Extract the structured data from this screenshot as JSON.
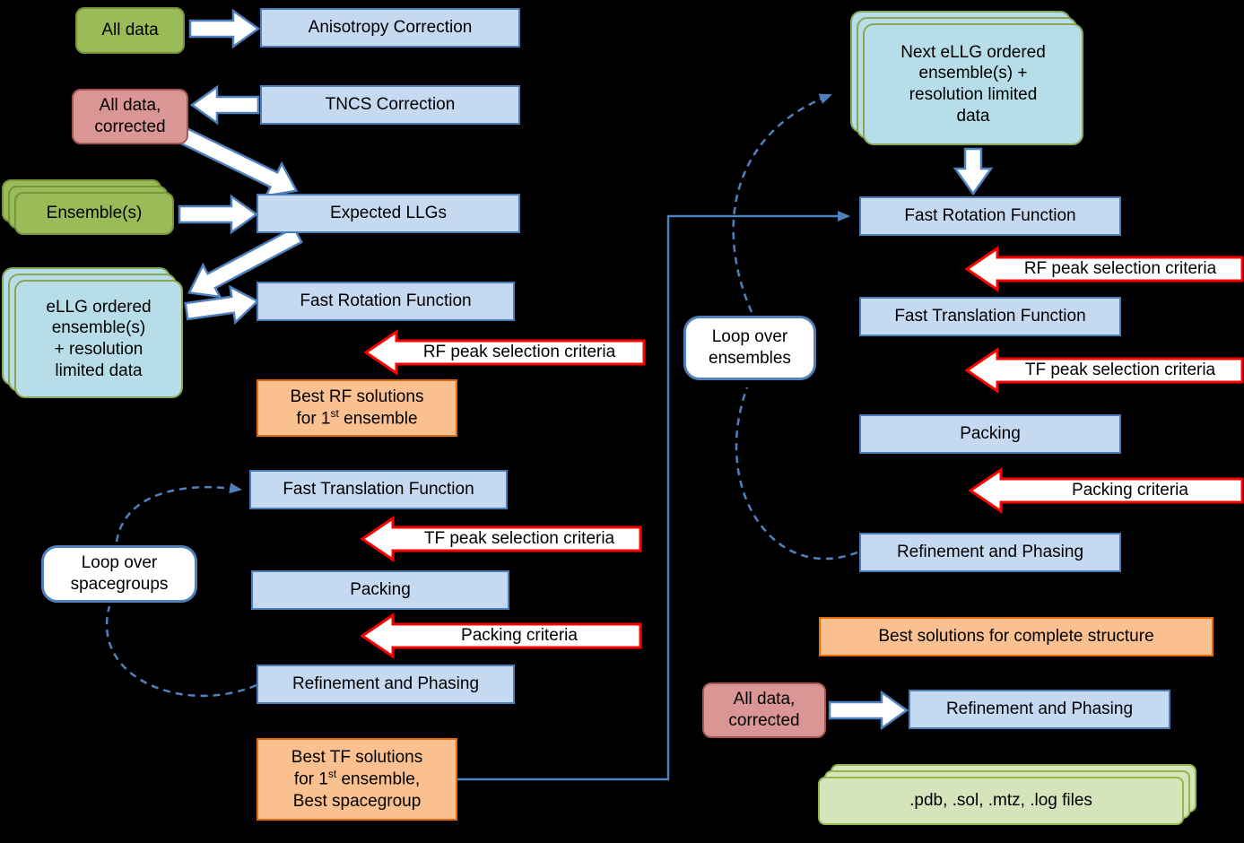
{
  "colors": {
    "canvas": "#000000",
    "blue-fill": "#c5d9f1",
    "blue-border": "#4a7ebb",
    "green-fill": "#9bbb59",
    "green-border": "#77933c",
    "pink-fill": "#d99694",
    "pink-border": "#a85654",
    "teal-fill": "#b7dee8",
    "teal-border": "#89a653",
    "orange-fill": "#fac090",
    "orange-border": "#e36c0a",
    "lgreen-fill": "#d6e4bc",
    "lgreen-border": "#94b64e",
    "red": "#ff0000",
    "connector": "#4f81bd"
  },
  "diagram": {
    "left": {
      "all_data": "All data",
      "anisotropy_correction": "Anisotropy Correction",
      "tncs_correction": "TNCS Correction",
      "all_data_corrected": "All data,\ncorrected",
      "ensembles": "Ensemble(s)",
      "expected_llgs": "Expected LLGs",
      "ellg_ordered": "eLLG ordered\nensemble(s)\n+ resolution\nlimited data",
      "fast_rotation": "Fast Rotation Function",
      "rf_criteria": "RF peak selection criteria",
      "best_rf_line1": "Best RF solutions",
      "best_rf_line2_pre": "for 1",
      "best_rf_line2_sup": "st",
      "best_rf_line2_post": " ensemble",
      "fast_translation": "Fast Translation Function",
      "tf_criteria": "TF peak selection criteria",
      "packing": "Packing",
      "packing_criteria": "Packing criteria",
      "refinement": "Refinement and Phasing",
      "loop_label": "Loop over\nspacegroups",
      "best_tf_line1": "Best TF solutions",
      "best_tf_line2_pre": "for 1",
      "best_tf_line2_sup": "st",
      "best_tf_line2_post": " ensemble,",
      "best_tf_line3": "Best spacegroup"
    },
    "right": {
      "next_ellg": "Next eLLG ordered\nensemble(s) +\nresolution limited\ndata",
      "fast_rotation": "Fast Rotation Function",
      "rf_criteria": "RF peak selection criteria",
      "fast_translation": "Fast Translation Function",
      "tf_criteria": "TF peak selection criteria",
      "packing": "Packing",
      "packing_criteria": "Packing criteria",
      "refinement": "Refinement and Phasing",
      "loop_label": "Loop over\nensembles",
      "best_solutions": "Best solutions for complete structure",
      "all_data_corrected": "All data,\ncorrected",
      "refinement_final": "Refinement and Phasing",
      "outputs": ".pdb, .sol, .mtz, .log files"
    }
  }
}
